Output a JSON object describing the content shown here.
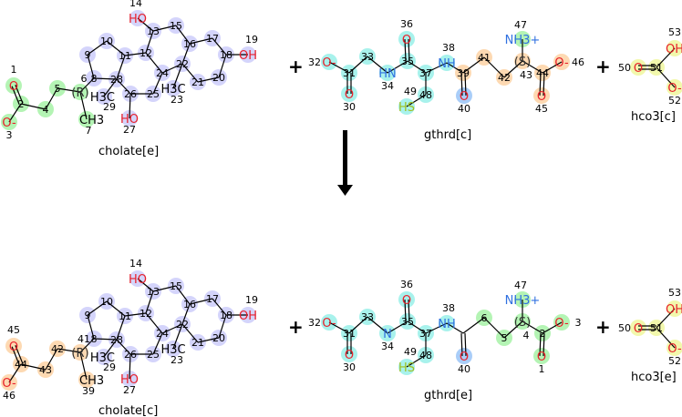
{
  "reaction": {
    "plus_sign": "+",
    "arrow": "reaction-arrow",
    "colors": {
      "green": "#b4f4b4",
      "lavender": "#d4d4fb",
      "cyan": "#a8f2ec",
      "orange": "#fdd9b2",
      "blue": "#a9cdf8",
      "yellow": "#f2f8ac",
      "oxygen": "#e8202a",
      "nitrogen": "#3070e0",
      "sulfur": "#a0c020"
    },
    "reactants": [
      {
        "name": "cholate[e]",
        "atoms": [
          {
            "n": "1",
            "sym": "O",
            "hl": "green"
          },
          {
            "n": "2",
            "sym": "",
            "hl": "green"
          },
          {
            "n": "3",
            "sym": "O-",
            "hl": "green"
          },
          {
            "n": "4",
            "sym": "",
            "hl": "green"
          },
          {
            "n": "5",
            "sym": "",
            "hl": "green"
          },
          {
            "n": "6",
            "sym": "(R)",
            "hl": "green"
          },
          {
            "n": "7",
            "sym": "CH3",
            "hl": "green"
          },
          {
            "n": "8",
            "sym": "",
            "hl": "lavender"
          },
          {
            "n": "9",
            "sym": "",
            "hl": "lavender"
          },
          {
            "n": "10",
            "sym": "",
            "hl": "lavender"
          },
          {
            "n": "11",
            "sym": "",
            "hl": "lavender"
          },
          {
            "n": "12",
            "sym": "",
            "hl": "lavender"
          },
          {
            "n": "13",
            "sym": "",
            "hl": "lavender"
          },
          {
            "n": "14",
            "sym": "HO",
            "hl": "lavender"
          },
          {
            "n": "15",
            "sym": "",
            "hl": "lavender"
          },
          {
            "n": "16",
            "sym": "",
            "hl": "lavender"
          },
          {
            "n": "17",
            "sym": "",
            "hl": "lavender"
          },
          {
            "n": "18",
            "sym": "",
            "hl": "lavender"
          },
          {
            "n": "19",
            "sym": "OH",
            "hl": "lavender"
          },
          {
            "n": "20",
            "sym": "",
            "hl": "lavender"
          },
          {
            "n": "21",
            "sym": "",
            "hl": "lavender"
          },
          {
            "n": "22",
            "sym": "",
            "hl": "lavender"
          },
          {
            "n": "23",
            "sym": "H3C",
            "hl": "lavender"
          },
          {
            "n": "24",
            "sym": "",
            "hl": "lavender"
          },
          {
            "n": "25",
            "sym": "",
            "hl": "lavender"
          },
          {
            "n": "26",
            "sym": "",
            "hl": "lavender"
          },
          {
            "n": "27",
            "sym": "HO",
            "hl": "lavender"
          },
          {
            "n": "28",
            "sym": "",
            "hl": "lavender"
          },
          {
            "n": "29",
            "sym": "H3C",
            "hl": "lavender"
          }
        ]
      },
      {
        "name": "gthrd[c]",
        "atoms": [
          {
            "n": "30",
            "sym": "O",
            "hl": "cyan"
          },
          {
            "n": "31",
            "sym": "",
            "hl": "cyan"
          },
          {
            "n": "32",
            "sym": "O-",
            "hl": "cyan"
          },
          {
            "n": "33",
            "sym": "",
            "hl": "cyan"
          },
          {
            "n": "34",
            "sym": "HN",
            "hl": "cyan"
          },
          {
            "n": "35",
            "sym": "",
            "hl": "cyan"
          },
          {
            "n": "36",
            "sym": "O",
            "hl": "cyan"
          },
          {
            "n": "37",
            "sym": "",
            "hl": "cyan"
          },
          {
            "n": "38",
            "sym": "NH",
            "hl": "cyan"
          },
          {
            "n": "39",
            "sym": "",
            "hl": "orange"
          },
          {
            "n": "40",
            "sym": "O",
            "hl": "blue"
          },
          {
            "n": "41",
            "sym": "",
            "hl": "orange"
          },
          {
            "n": "42",
            "sym": "",
            "hl": "orange"
          },
          {
            "n": "43",
            "sym": "(S)",
            "hl": "orange"
          },
          {
            "n": "44",
            "sym": "",
            "hl": "orange"
          },
          {
            "n": "45",
            "sym": "O",
            "hl": "orange"
          },
          {
            "n": "46",
            "sym": "O-",
            "hl": "orange"
          },
          {
            "n": "47",
            "sym": "NH3+",
            "hl": "green"
          },
          {
            "n": "48",
            "sym": "",
            "hl": "cyan"
          },
          {
            "n": "49",
            "sym": "HS",
            "hl": "cyan"
          }
        ]
      },
      {
        "name": "hco3[c]",
        "atoms": [
          {
            "n": "50",
            "sym": "O",
            "hl": "yellow"
          },
          {
            "n": "51",
            "sym": "",
            "hl": "yellow"
          },
          {
            "n": "52",
            "sym": "O-",
            "hl": "yellow"
          },
          {
            "n": "53",
            "sym": "OH",
            "hl": "yellow"
          }
        ]
      }
    ],
    "products": [
      {
        "name": "cholate[c]",
        "atoms": [
          {
            "n": "45",
            "sym": "O",
            "hl": "orange"
          },
          {
            "n": "44",
            "sym": "",
            "hl": "orange"
          },
          {
            "n": "46",
            "sym": "O-",
            "hl": "orange"
          },
          {
            "n": "43",
            "sym": "",
            "hl": "orange"
          },
          {
            "n": "42",
            "sym": "",
            "hl": "orange"
          },
          {
            "n": "41",
            "sym": "(R)",
            "hl": "orange"
          },
          {
            "n": "39",
            "sym": "CH3",
            "hl": "orange"
          },
          {
            "n": "8",
            "sym": "",
            "hl": "lavender"
          },
          {
            "n": "9",
            "sym": "",
            "hl": "lavender"
          },
          {
            "n": "10",
            "sym": "",
            "hl": "lavender"
          },
          {
            "n": "11",
            "sym": "",
            "hl": "lavender"
          },
          {
            "n": "12",
            "sym": "",
            "hl": "lavender"
          },
          {
            "n": "13",
            "sym": "",
            "hl": "lavender"
          },
          {
            "n": "14",
            "sym": "HO",
            "hl": "lavender"
          },
          {
            "n": "15",
            "sym": "",
            "hl": "lavender"
          },
          {
            "n": "16",
            "sym": "",
            "hl": "lavender"
          },
          {
            "n": "17",
            "sym": "",
            "hl": "lavender"
          },
          {
            "n": "18",
            "sym": "",
            "hl": "lavender"
          },
          {
            "n": "19",
            "sym": "OH",
            "hl": "lavender"
          },
          {
            "n": "20",
            "sym": "",
            "hl": "lavender"
          },
          {
            "n": "21",
            "sym": "",
            "hl": "lavender"
          },
          {
            "n": "22",
            "sym": "",
            "hl": "lavender"
          },
          {
            "n": "23",
            "sym": "H3C",
            "hl": "lavender"
          },
          {
            "n": "24",
            "sym": "",
            "hl": "lavender"
          },
          {
            "n": "25",
            "sym": "",
            "hl": "lavender"
          },
          {
            "n": "26",
            "sym": "",
            "hl": "lavender"
          },
          {
            "n": "27",
            "sym": "HO",
            "hl": "lavender"
          },
          {
            "n": "28",
            "sym": "",
            "hl": "lavender"
          },
          {
            "n": "29",
            "sym": "H3C",
            "hl": "lavender"
          }
        ]
      },
      {
        "name": "gthrd[e]",
        "atoms": [
          {
            "n": "30",
            "sym": "O",
            "hl": "cyan"
          },
          {
            "n": "31",
            "sym": "",
            "hl": "cyan"
          },
          {
            "n": "32",
            "sym": "O-",
            "hl": "cyan"
          },
          {
            "n": "33",
            "sym": "",
            "hl": "cyan"
          },
          {
            "n": "34",
            "sym": "N",
            "hl": "cyan"
          },
          {
            "n": "35",
            "sym": "",
            "hl": "cyan"
          },
          {
            "n": "36",
            "sym": "O",
            "hl": "cyan"
          },
          {
            "n": "37",
            "sym": "",
            "hl": "cyan"
          },
          {
            "n": "38",
            "sym": "NH",
            "hl": "cyan"
          },
          {
            "n": "",
            "sym": "",
            "hl": "none"
          },
          {
            "n": "40",
            "sym": "O",
            "hl": "blue"
          },
          {
            "n": "6",
            "sym": "",
            "hl": "green"
          },
          {
            "n": "5",
            "sym": "",
            "hl": "green"
          },
          {
            "n": "4",
            "sym": "(S)",
            "hl": "green"
          },
          {
            "n": "2",
            "sym": "",
            "hl": "green"
          },
          {
            "n": "1",
            "sym": "O",
            "hl": "green"
          },
          {
            "n": "3",
            "sym": "O-",
            "hl": "green"
          },
          {
            "n": "47",
            "sym": "NH3+",
            "hl": "green"
          },
          {
            "n": "48",
            "sym": "",
            "hl": "cyan"
          },
          {
            "n": "49",
            "sym": "HS",
            "hl": "cyan"
          }
        ]
      },
      {
        "name": "hco3[e]",
        "atoms": [
          {
            "n": "50",
            "sym": "O",
            "hl": "yellow"
          },
          {
            "n": "51",
            "sym": "",
            "hl": "yellow"
          },
          {
            "n": "52",
            "sym": "O-",
            "hl": "yellow"
          },
          {
            "n": "53",
            "sym": "OH",
            "hl": "yellow"
          }
        ]
      }
    ]
  }
}
